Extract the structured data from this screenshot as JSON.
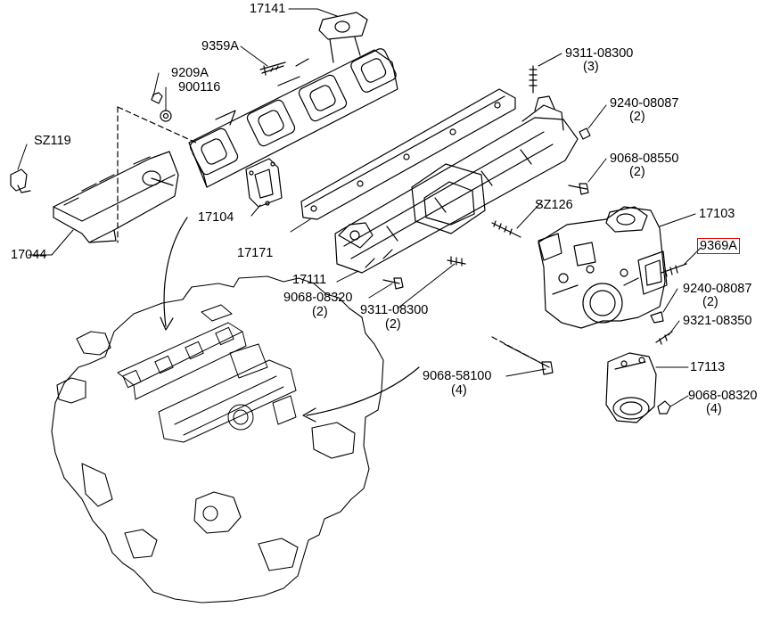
{
  "diagram": {
    "highlight_color": "#e00000",
    "line_color": "#000000",
    "callouts": [
      {
        "id": "17141",
        "label": "17141"
      },
      {
        "id": "9359A",
        "label": "9359A"
      },
      {
        "id": "9209A",
        "label": "9209A"
      },
      {
        "id": "900116",
        "label": "900116"
      },
      {
        "id": "SZ119",
        "label": "SZ119"
      },
      {
        "id": "17104",
        "label": "17104"
      },
      {
        "id": "17044",
        "label": "17044"
      },
      {
        "id": "17171",
        "label": "17171"
      },
      {
        "id": "9311-08300-top",
        "label": "9311-08300",
        "qty": "(3)"
      },
      {
        "id": "9240-08087-top",
        "label": "9240-08087",
        "qty": "(2)"
      },
      {
        "id": "9068-08550",
        "label": "9068-08550",
        "qty": "(2)"
      },
      {
        "id": "SZ126",
        "label": "SZ126"
      },
      {
        "id": "17103",
        "label": "17103"
      },
      {
        "id": "9369A",
        "label": "9369A",
        "highlighted": true
      },
      {
        "id": "17111",
        "label": "17111"
      },
      {
        "id": "9068-08320-left",
        "label": "9068-08320",
        "qty": "(2)"
      },
      {
        "id": "9311-08300-bottom",
        "label": "9311-08300",
        "qty": "(2)"
      },
      {
        "id": "9240-08087-right",
        "label": "9240-08087",
        "qty": "(2)"
      },
      {
        "id": "9321-08350",
        "label": "9321-08350"
      },
      {
        "id": "9068-58100",
        "label": "9068-58100",
        "qty": "(4)"
      },
      {
        "id": "17113",
        "label": "17113"
      },
      {
        "id": "9068-08320-right",
        "label": "9068-08320",
        "qty": "(4)"
      }
    ]
  }
}
